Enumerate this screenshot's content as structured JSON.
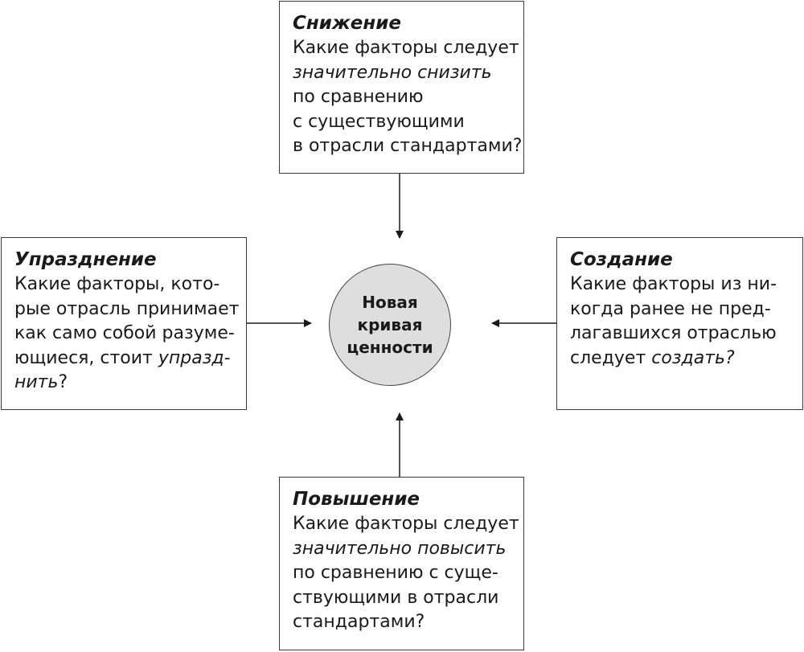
{
  "center": {
    "lines": [
      "Новая",
      "кривая",
      "ценности"
    ]
  },
  "boxes": {
    "top": {
      "heading": "Снижение",
      "lines": [
        [
          {
            "text": "Какие факторы следует",
            "italic": false
          }
        ],
        [
          {
            "text": "значительно снизить",
            "italic": true
          }
        ],
        [
          {
            "text": "по сравнению",
            "italic": false
          }
        ],
        [
          {
            "text": "с существующими",
            "italic": false
          }
        ],
        [
          {
            "text": "в отрасли стандартами?",
            "italic": false
          }
        ]
      ]
    },
    "left": {
      "heading": "Упразднение",
      "lines": [
        [
          {
            "text": "Какие факторы, кото-",
            "italic": false
          }
        ],
        [
          {
            "text": "рые отрасль принимает",
            "italic": false
          }
        ],
        [
          {
            "text": "как само собой разуме-",
            "italic": false
          }
        ],
        [
          {
            "text": "ющиеся, стоит ",
            "italic": false
          },
          {
            "text": "упразд-",
            "italic": true
          }
        ],
        [
          {
            "text": "нить",
            "italic": true
          },
          {
            "text": "?",
            "italic": false
          }
        ]
      ]
    },
    "right": {
      "heading": "Создание",
      "lines": [
        [
          {
            "text": "Какие факторы из ни-",
            "italic": false
          }
        ],
        [
          {
            "text": "когда ранее не пред-",
            "italic": false
          }
        ],
        [
          {
            "text": "лагавшихся отраслью",
            "italic": false
          }
        ],
        [
          {
            "text": "следует ",
            "italic": false
          },
          {
            "text": "создать?",
            "italic": true
          }
        ]
      ]
    },
    "bottom": {
      "heading": "Повышение",
      "lines": [
        [
          {
            "text": "Какие факторы следует",
            "italic": false
          }
        ],
        [
          {
            "text": "значительно повысить",
            "italic": true
          }
        ],
        [
          {
            "text": "по сравнению с суще-",
            "italic": false
          }
        ],
        [
          {
            "text": "ствующими в отрасли",
            "italic": false
          }
        ],
        [
          {
            "text": "стандартами?",
            "italic": false
          }
        ]
      ]
    }
  },
  "colors": {
    "circle_fill": "#dedede",
    "stroke": "#3a3a3a",
    "text": "#1a1a1a"
  }
}
